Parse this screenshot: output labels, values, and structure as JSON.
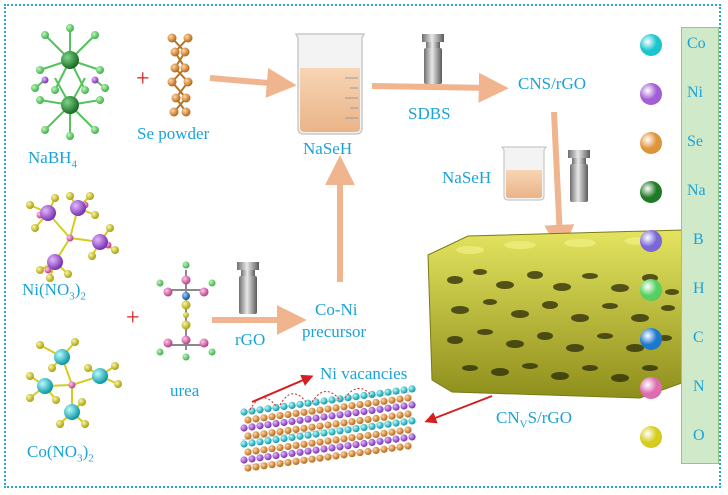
{
  "labels": {
    "nabh4": "NaBH",
    "nabh4_sub": "4",
    "se_powder": "Se powder",
    "nasehA": "NaSeH",
    "sdbs": "SDBS",
    "cns_rgo": "CNS/rGO",
    "nasehB": "NaSeH",
    "ni_no3": "Ni(NO",
    "ni_no3_sub": "3",
    "ni_no3_end": ")",
    "ni_no3_sub2": "2",
    "co_no3": "Co(NO",
    "co_no3_sub": "3",
    "co_no3_end": ")",
    "co_no3_sub2": "2",
    "urea": "urea",
    "rgo": "rGO",
    "coni_precursor_1": "Co-Ni",
    "coni_precursor_2": "precursor",
    "ni_vacancies": "Ni vacancies",
    "cnvs_1": "CN",
    "cnvs_sub": "V",
    "cnvs_2": "S/rGO",
    "plus": "+"
  },
  "legend": [
    {
      "name": "Co",
      "color": "#19c6cf"
    },
    {
      "name": "Ni",
      "color": "#a35ed6"
    },
    {
      "name": "Se",
      "color": "#e0943a"
    },
    {
      "name": "Na",
      "color": "#1f7a26"
    },
    {
      "name": "B",
      "color": "#7b68d8"
    },
    {
      "name": "H",
      "color": "#55d061"
    },
    {
      "name": "C",
      "color": "#1c78cf"
    },
    {
      "name": "N",
      "color": "#df6bb0"
    },
    {
      "name": "O",
      "color": "#d6cc1e"
    }
  ],
  "colors": {
    "arrow": "#f0b48e",
    "text": "#1aa3d9",
    "red_arrow": "#d42020",
    "sponge": "#c9c93a"
  }
}
